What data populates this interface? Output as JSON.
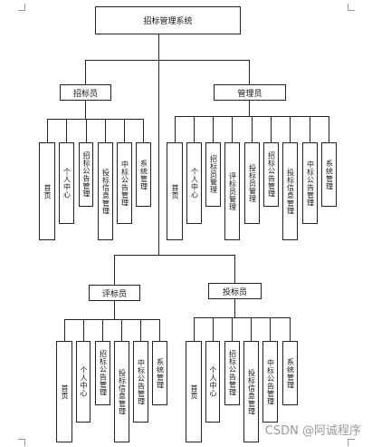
{
  "root": {
    "label": "招标管理系统"
  },
  "groups": [
    {
      "id": "bidder-admin",
      "label": "招标员",
      "children": [
        "首页",
        "个人中心",
        "招标公告管理",
        "投标信息管理",
        "中标公告管理",
        "系统管理"
      ]
    },
    {
      "id": "admin",
      "label": "管理员",
      "children": [
        "首页",
        "个人中心",
        "招标员管理",
        "评标员管理",
        "投标员管理",
        "招标公告管理",
        "投标信息管理",
        "中标公告管理",
        "系统管理"
      ]
    },
    {
      "id": "reviewer",
      "label": "评标员",
      "children": [
        "首页",
        "个人中心",
        "招标公告管理",
        "投标信息管理",
        "中标公告管理",
        "系统管理"
      ]
    },
    {
      "id": "tenderer",
      "label": "投标员",
      "children": [
        "首页",
        "个人中心",
        "招标公告管理",
        "投标信息管理",
        "中标公告管理",
        "系统管理"
      ]
    }
  ],
  "watermark": "CSDN @阿诚程序"
}
